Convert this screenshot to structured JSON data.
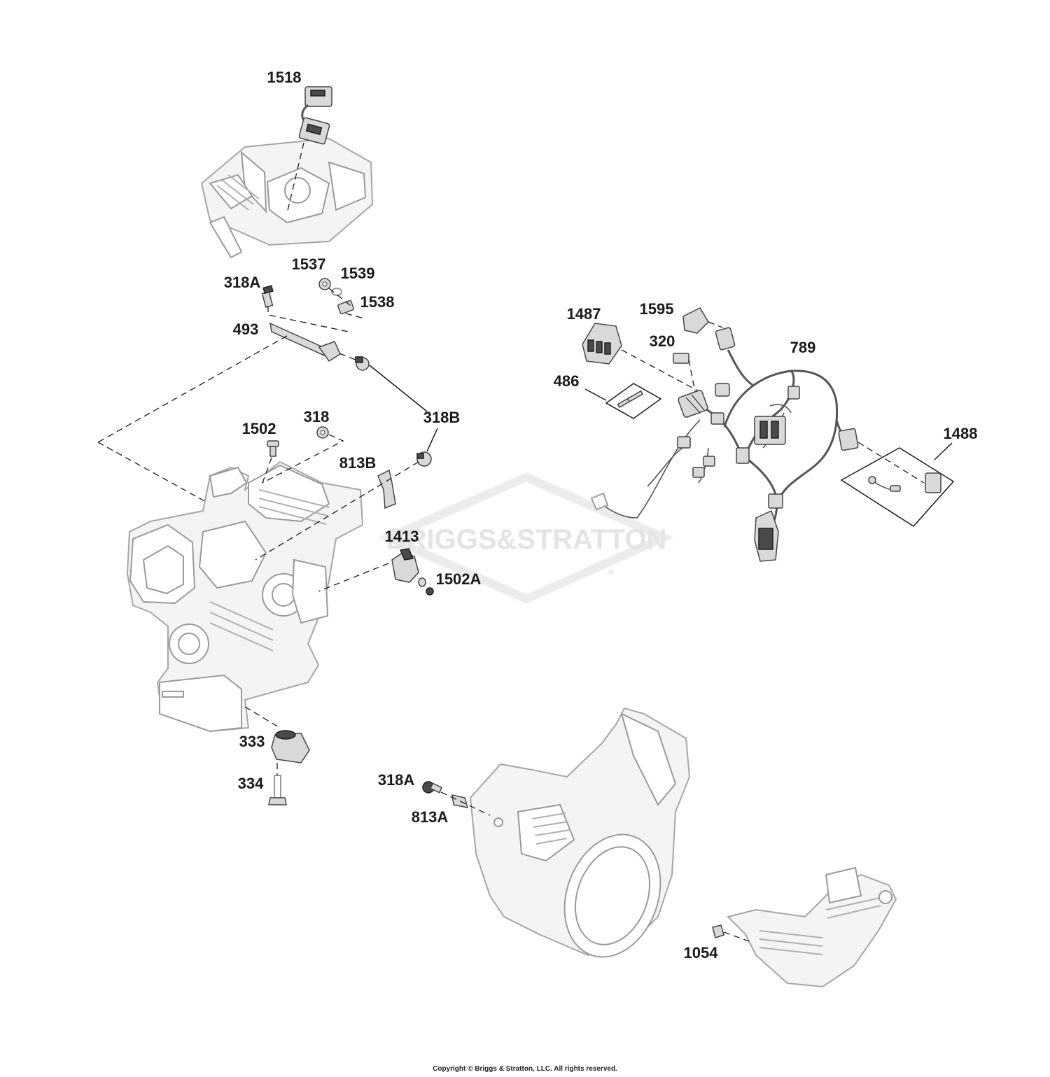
{
  "watermark": {
    "brand": "BRIGGS&STRATTON",
    "trademark": "®"
  },
  "callouts": {
    "c1518": "1518",
    "c1537": "1537",
    "c1539": "1539",
    "c318A_top": "318A",
    "c1538": "1538",
    "c493": "493",
    "c318B": "318B",
    "c1502": "1502",
    "c318": "318",
    "c813B": "813B",
    "c1413": "1413",
    "c1502A": "1502A",
    "c333": "333",
    "c334": "334",
    "c318A_bottom": "318A",
    "c813A": "813A",
    "c1054": "1054",
    "c1487": "1487",
    "c1595": "1595",
    "c320": "320",
    "c789": "789",
    "c486": "486",
    "c1488": "1488"
  },
  "footer": {
    "copyright": "Copyright © Briggs & Stratton, LLC. All rights reserved."
  }
}
